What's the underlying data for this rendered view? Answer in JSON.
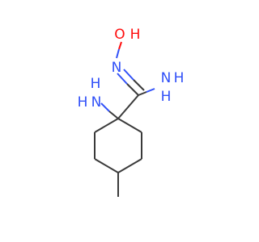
{
  "molecule": {
    "atoms": [
      {
        "id": "O1",
        "label": "O",
        "color": "#FF0D0D"
      },
      {
        "id": "H1",
        "label": "H",
        "color": "#FF0D0D"
      },
      {
        "id": "N1",
        "label": "N",
        "color": "#3050F8"
      },
      {
        "id": "N2",
        "label": "N",
        "color": "#3050F8"
      },
      {
        "id": "H2",
        "label": "H",
        "color": "#3050F8"
      },
      {
        "id": "H3",
        "label": "H",
        "color": "#3050F8"
      },
      {
        "id": "N3",
        "label": "N",
        "color": "#3050F8"
      },
      {
        "id": "H4",
        "label": "H",
        "color": "#3050F8"
      },
      {
        "id": "H5",
        "label": "H",
        "color": "#3050F8"
      }
    ],
    "colors": {
      "bond": "#3a3a3a",
      "oxygen": "#FF0D0D",
      "nitrogen": "#3050F8"
    }
  }
}
